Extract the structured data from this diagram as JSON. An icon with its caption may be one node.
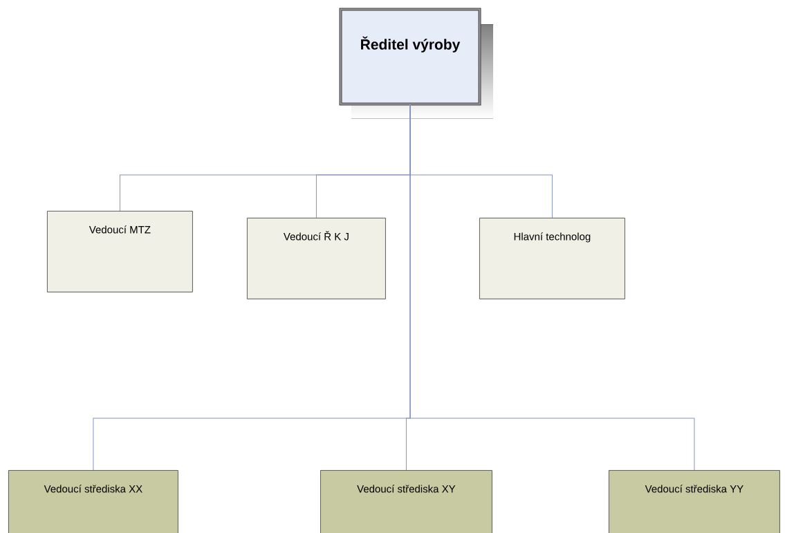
{
  "diagram": {
    "nodes": [
      {
        "text": [
          "Ředitel výroby"
        ]
      },
      {
        "text": [
          "Vedoucí MTZ"
        ]
      },
      {
        "text": [
          "Vedoucí Ř K J"
        ]
      },
      {
        "text": [
          "Hlavní technolog"
        ]
      },
      {
        "text": [
          "Vedoucí střediska XX"
        ]
      },
      {
        "text": [
          "Vedoucí střediska XY"
        ]
      },
      {
        "text": [
          "Vedoucí střediska YY"
        ]
      }
    ],
    "edges": [
      {
        "from": 0,
        "to": 1,
        "arrow": "none"
      },
      {
        "from": 0,
        "to": 2,
        "arrow": "none"
      },
      {
        "from": 0,
        "to": 3,
        "arrow": "none"
      },
      {
        "from": 0,
        "to": 4,
        "arrow": "none"
      },
      {
        "from": 0,
        "to": 5,
        "arrow": "none"
      },
      {
        "from": 0,
        "to": 6,
        "arrow": "none"
      }
    ]
  }
}
